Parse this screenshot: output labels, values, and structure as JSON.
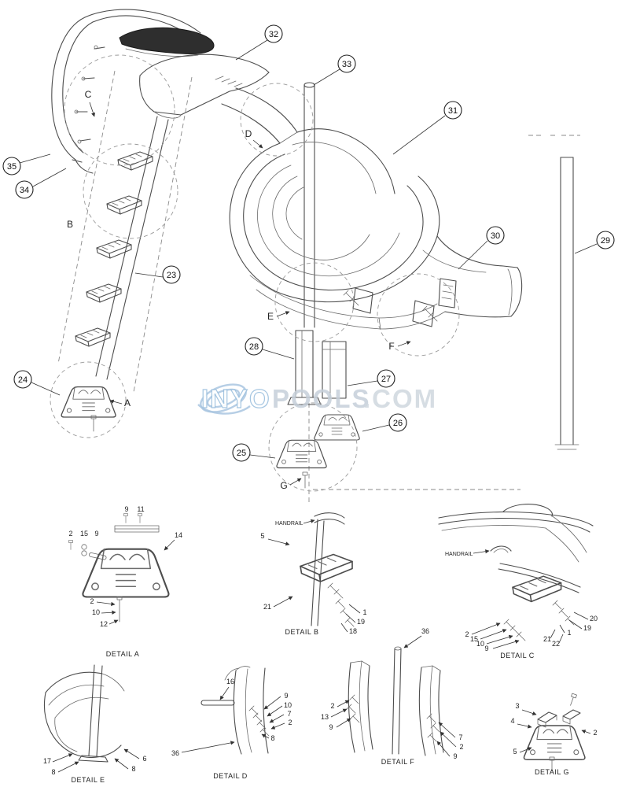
{
  "watermark": {
    "inyo": "INYO",
    "pools": "POOLS",
    "dotcom": ".COM"
  },
  "callouts": {
    "n23": "23",
    "n24": "24",
    "n25": "25",
    "n26": "26",
    "n27": "27",
    "n28": "28",
    "n29": "29",
    "n30": "30",
    "n31": "31",
    "n32": "32",
    "n33": "33",
    "n34": "34",
    "n35": "35"
  },
  "ref_letters": {
    "A": "A",
    "B": "B",
    "C": "C",
    "D": "D",
    "E": "E",
    "F": "F",
    "G": "G"
  },
  "details": {
    "a": {
      "label": "DETAIL A",
      "parts": [
        "9",
        "11",
        "2",
        "15",
        "9",
        "14",
        "2",
        "10",
        "12"
      ]
    },
    "b": {
      "label": "DETAIL B",
      "handrail": "HANDRAIL",
      "parts": [
        "5",
        "21",
        "1",
        "19",
        "18"
      ]
    },
    "c": {
      "label": "DETAIL C",
      "handrail": "HANDRAIL",
      "parts": [
        "20",
        "19",
        "1",
        "2",
        "15",
        "10",
        "9",
        "21",
        "22"
      ]
    },
    "d": {
      "label": "DETAIL D",
      "parts": [
        "16",
        "36",
        "9",
        "10",
        "7",
        "2",
        "8"
      ]
    },
    "e": {
      "label": "DETAIL E",
      "parts": [
        "17",
        "8",
        "6",
        "8"
      ]
    },
    "f": {
      "label": "DETAIL F",
      "parts": [
        "36",
        "2",
        "13",
        "9",
        "7",
        "2",
        "9"
      ]
    },
    "g": {
      "label": "DETAIL G",
      "parts": [
        "3",
        "4",
        "5",
        "2"
      ]
    }
  }
}
